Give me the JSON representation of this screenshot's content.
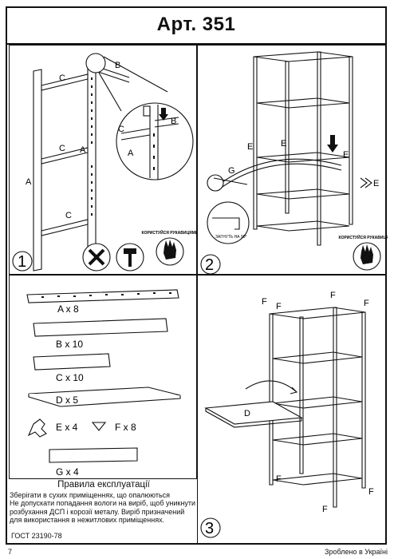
{
  "title": "Арт. 351",
  "step1": {
    "number": "1",
    "labels": {
      "a_left": "A",
      "a_mid": "A",
      "a_zoom": "A",
      "b_top": "B",
      "b_zoom": "B",
      "c1": "C",
      "c2": "C",
      "c3": "C",
      "c_zoom": "C"
    },
    "gloves_text": "КОРИСТУЙСЯ РУКАВИЦЯМИ"
  },
  "step2": {
    "number": "2",
    "labels": {
      "e1": "E",
      "e2": "E",
      "e3": "E",
      "e_right": "E",
      "g": "G"
    },
    "bend_text": "ЗАГНУТЬ НА 90°",
    "gloves_text": "КОРИСТУЙСЯ РУКАВИЦЯМИ"
  },
  "parts": [
    {
      "label": "A x 8"
    },
    {
      "label": "B x 10"
    },
    {
      "label": "C x 10"
    },
    {
      "label": "D x 5"
    },
    {
      "label": "E x 4"
    },
    {
      "label": "F x 8"
    },
    {
      "label": "G x 4"
    }
  ],
  "step3": {
    "number": "3",
    "labels": {
      "d": "D",
      "f1": "F",
      "f2": "F",
      "f3": "F",
      "f4": "F",
      "f5": "F",
      "f6": "F",
      "f7": "F"
    }
  },
  "rules": {
    "title": "Правила експлуатації",
    "lines": [
      "Зберігати в сухих  приміщеннях, що опалюються",
      "Не допускати попадання вологи на виріб, щоб уникнути",
      "розбухання ДСП і корозії металу. Виріб призначений",
      "для використання в нежитлових приміщеннях."
    ]
  },
  "gost": "ГОСТ 23190-78",
  "page_number": "7",
  "made_in": "Зроблено в Україні"
}
